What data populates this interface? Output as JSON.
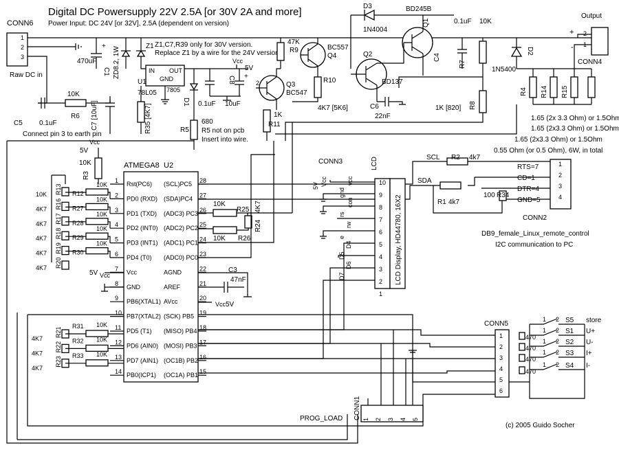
{
  "title": "Digital DC Powersupply 22V 2.5A [or 30V 2A and more]",
  "subtitle": "Power Input: DC 24V [or 32V], 2.5A (dependent on version)",
  "notes": {
    "z1_note_1": "Z1,C7,R39 only for 30V version.",
    "z1_note_2": "Replace Z1 by a wire for the 24V version.",
    "r5_note_1": "R5 not on pcb",
    "r5_note_2": "Insert into wire.",
    "pin3_note": "Connect pin 3 to earth pin",
    "raw_dc": "Raw DC in",
    "copyright": "(c) 2005 Guido Socher",
    "db9_note": "DB9_female_Linux_remote_control",
    "i2c_note": "I2C communication to PC",
    "shunt_1": "1.65 (2x 3.3 Ohm) or 1.5Ohm",
    "shunt_2": "1.65 (2x3.3 Ohm) or 1.5Ohm",
    "shunt_3": "1.65 (2x3.3 Ohm) or 1.5Ohm",
    "shunt_4": "0.55 Ohm (or 0.5 Ohm), 6W, in total",
    "output": "Output",
    "prog_load": "PROG_LOAD"
  },
  "labels": {
    "conn6": "CONN6",
    "conn4": "CONN4",
    "conn3": "CONN3",
    "conn2": "CONN2",
    "conn5": "CONN5",
    "conn1": "CONN1",
    "lcd": "LCD",
    "lcd_desc": "LCD Display, HD44780, 16X2",
    "atmega": "ATMEGA8",
    "u2": "U2",
    "u1": "U1",
    "reg": "78L05",
    "reg2": "7805",
    "reg_in": "IN",
    "reg_out": "OUT",
    "reg_gnd": "GND",
    "d3": "D3",
    "d3v": "1N4004",
    "d2": "D2",
    "d2v": "1N5400",
    "d1": "D1",
    "q1": "Q1",
    "q1v": "BD245B",
    "q2": "Q2",
    "q2v": "BD137",
    "q3": "Q3",
    "q3v": "BC547",
    "q4": "Q4",
    "q4v": "BC557",
    "z1": "Z1",
    "zd": "ZD8.2, 1W",
    "c1": "C1",
    "c1v": "470uF",
    "c2v": "0.1uF",
    "c8": "C8",
    "c8v": "10uF",
    "c4": "C4",
    "c4v": "0.1uF",
    "c5": "C5",
    "c5v": "0.1uF",
    "c6": "C6",
    "c6v": "22nF",
    "c7": "C7 [10uF]",
    "c3": "C3",
    "c3v": "47nF",
    "r9": "R9",
    "r9v": "47K",
    "r7": "R7",
    "r7v": "10K",
    "r8": "R8",
    "r8v": "1K [820]",
    "r10": "R10",
    "r10v": "4K7 [5K6]",
    "r11": "R11",
    "r11v": "1K",
    "r6": "R6",
    "r6v": "10K",
    "r35": "R35 [4K7]",
    "r5": "R5",
    "r5v": "680",
    "r4": "R4",
    "r14": "R14",
    "r15": "R15",
    "r3": "R3",
    "r3v": "10K",
    "r2": "R2",
    "r2v": "4k7",
    "r1": "R1",
    "r1v": "4k7",
    "r34": "R34",
    "r34v": "100",
    "r25": "R25",
    "r26": "R26",
    "r24": "R24",
    "r24v": "4K7",
    "r25v": "10K",
    "r26v": "10K",
    "r12": "R12",
    "r27": "R27",
    "r28": "R28",
    "r29": "R29",
    "r30": "R30",
    "r13": "R13",
    "r16": "R16",
    "r17": "R17",
    "r18": "R18",
    "r19": "R19",
    "r20": "R20",
    "r31": "R31",
    "r32": "R32",
    "r33": "R33",
    "r21": "R21",
    "r22": "R22",
    "r23": "R23",
    "v10k": "10K",
    "v4k7": "4K7",
    "v470": "470",
    "vcc": "Vcc",
    "v5": "5V",
    "gnd": "GND",
    "scl": "SCL",
    "sda": "SDA",
    "rts": "RTS=7",
    "cd": "CD=1",
    "dtr": "DTR=4",
    "gnd5": "GND=5",
    "s1": "S1",
    "s2": "S2",
    "s3": "S3",
    "s4": "S4",
    "s5": "S5",
    "store": "store",
    "uplus": "U+",
    "uminus": "U-",
    "iplus": "I+",
    "iminus": "I-",
    "lcd_vcc": "vcc",
    "lcd_gnd": "gnd",
    "lcd_con": "con",
    "lcd_rs": "rs",
    "lcd_rw": "rw",
    "lcd_e": "e",
    "lcd_d4": "D4",
    "lcd_d5": "D5",
    "lcd_d6": "D6",
    "lcd_d7": "D7"
  },
  "atmega_left": [
    {
      "pin": "1",
      "name": "Rst(PC6)"
    },
    {
      "pin": "2",
      "name": "PD0 (RXD)"
    },
    {
      "pin": "3",
      "name": "PD1 (TXD)"
    },
    {
      "pin": "4",
      "name": "PD2 (INT0)"
    },
    {
      "pin": "5",
      "name": "PD3 (INT1)"
    },
    {
      "pin": "6",
      "name": "PD4 (T0)"
    },
    {
      "pin": "7",
      "name": "Vcc"
    },
    {
      "pin": "8",
      "name": "GND"
    },
    {
      "pin": "9",
      "name": "PB6(XTAL1)"
    },
    {
      "pin": "10",
      "name": "PB7(XTAL2)"
    },
    {
      "pin": "11",
      "name": "PD5 (T1)"
    },
    {
      "pin": "12",
      "name": "PD6 (AIN0)"
    },
    {
      "pin": "13",
      "name": "PD7 (AIN1)"
    },
    {
      "pin": "14",
      "name": "PB0(ICP1)"
    }
  ],
  "atmega_right": [
    {
      "pin": "28",
      "name": "(SCL)PC5"
    },
    {
      "pin": "27",
      "name": "(SDA)PC4"
    },
    {
      "pin": "26",
      "name": "(ADC3) PC3"
    },
    {
      "pin": "25",
      "name": "(ADC2) PC2"
    },
    {
      "pin": "24",
      "name": "(ADC1) PC1"
    },
    {
      "pin": "23",
      "name": "(ADC0) PC0"
    },
    {
      "pin": "22",
      "name": "AGND"
    },
    {
      "pin": "21",
      "name": "AREF"
    },
    {
      "pin": "20",
      "name": "AVcc"
    },
    {
      "pin": "19",
      "name": "(SCK) PB5"
    },
    {
      "pin": "18",
      "name": "(MISO) PB4"
    },
    {
      "pin": "17",
      "name": "(MOSI) PB3"
    },
    {
      "pin": "16",
      "name": "(OC1B) PB2"
    },
    {
      "pin": "15",
      "name": "(OC1A) PB1"
    }
  ],
  "lcd_pins": [
    "10",
    "9",
    "8",
    "7",
    "6",
    "5",
    "4",
    "3",
    "2",
    "1"
  ],
  "conn5_pins": [
    "1",
    "2",
    "3",
    "4",
    "5",
    "6"
  ],
  "conn2_pins": [
    "1",
    "2",
    "3",
    "4"
  ],
  "conn1_pins": [
    "1",
    "2",
    "3",
    "4",
    "5"
  ],
  "conn6_pins": [
    "1",
    "2",
    "3"
  ],
  "conn4_pins": [
    "2",
    "1"
  ],
  "switch_pins": {
    "a": "1",
    "b": "2"
  },
  "pin_nums": {
    "one": "1",
    "two": "2",
    "three": "3"
  },
  "polarity": {
    "plus": "+",
    "minus": "-"
  }
}
